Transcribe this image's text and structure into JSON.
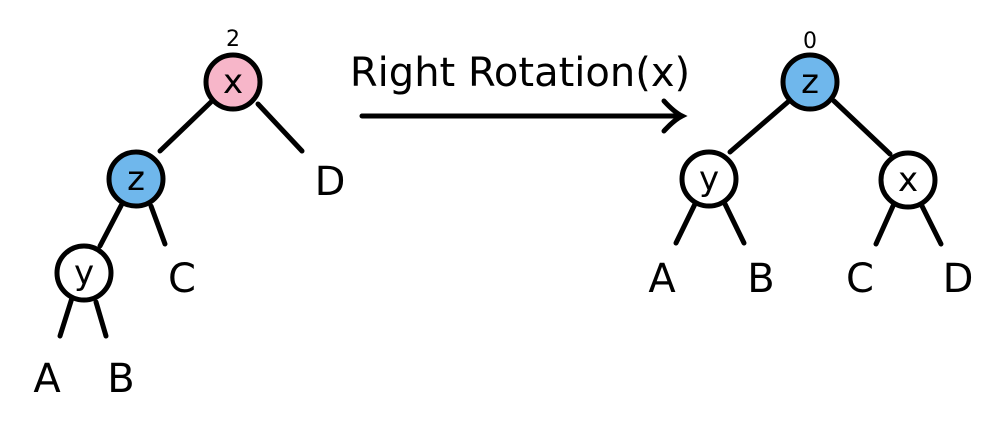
{
  "caption": "Right Rotation(x)",
  "colors": {
    "pink": "#f7b6c9",
    "blue": "#6fb7ec",
    "white": "#ffffff",
    "stroke": "#000000"
  },
  "before": {
    "balance_x": "2",
    "nodes": {
      "x": "x",
      "z": "z",
      "y": "y"
    },
    "leaves": {
      "A": "A",
      "B": "B",
      "C": "C",
      "D": "D"
    }
  },
  "after": {
    "balance_z": "0",
    "nodes": {
      "z": "z",
      "y": "y",
      "x": "x"
    },
    "leaves": {
      "A": "A",
      "B": "B",
      "C": "C",
      "D": "D"
    }
  }
}
